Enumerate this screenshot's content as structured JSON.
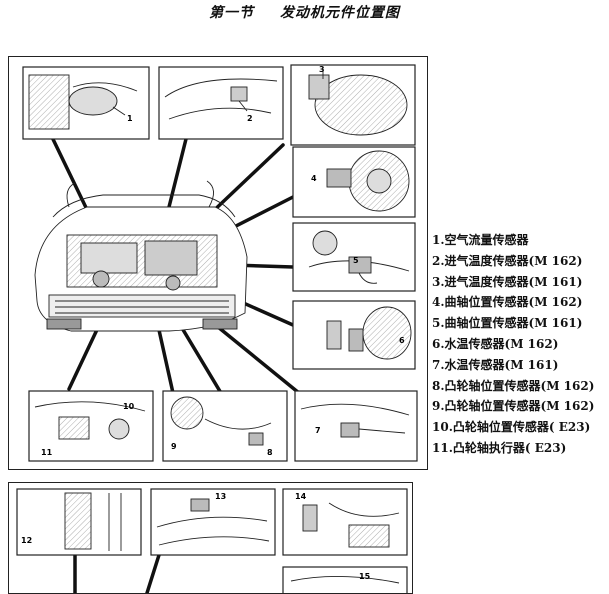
{
  "header": {
    "section": "第一节",
    "title": "发动机元件位置图"
  },
  "callouts": {
    "main": [
      "1",
      "2",
      "3",
      "4",
      "5",
      "6",
      "7",
      "8",
      "9",
      "10",
      "11"
    ],
    "second": [
      "12",
      "13",
      "14",
      "15"
    ]
  },
  "legend": [
    "1.空气流量传感器",
    "2.进气温度传感器(M 162)",
    "3.进气温度传感器(M 161)",
    "4.曲轴位置传感器(M 162)",
    "5.曲轴位置传感器(M 161)",
    "6.水温传感器(M 162)",
    "7.水温传感器(M 161)",
    "8.凸轮轴位置传感器(M 162)",
    "9.凸轮轴位置传感器(M 162)",
    "10.凸轮轴位置传感器( E23)",
    "11.凸轮轴执行器( E23)"
  ]
}
